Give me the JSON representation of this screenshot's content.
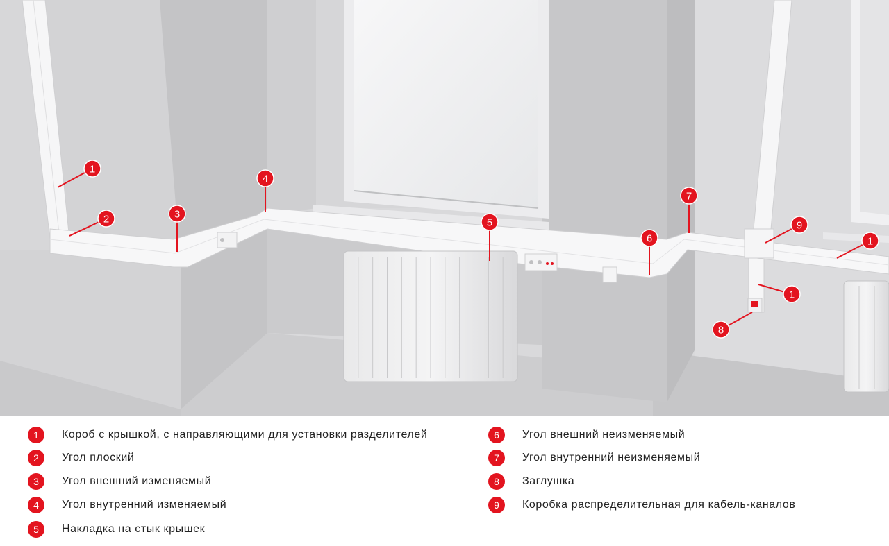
{
  "colors": {
    "accent": "#e3141f",
    "legend_text": "#222222"
  },
  "markers": [
    {
      "id": "marker-1a",
      "label": "1"
    },
    {
      "id": "marker-2",
      "label": "2"
    },
    {
      "id": "marker-3",
      "label": "3"
    },
    {
      "id": "marker-4",
      "label": "4"
    },
    {
      "id": "marker-5",
      "label": "5"
    },
    {
      "id": "marker-6",
      "label": "6"
    },
    {
      "id": "marker-7",
      "label": "7"
    },
    {
      "id": "marker-9",
      "label": "9"
    },
    {
      "id": "marker-1b",
      "label": "1"
    },
    {
      "id": "marker-1c",
      "label": "1"
    },
    {
      "id": "marker-8",
      "label": "8"
    }
  ],
  "legend": {
    "items": [
      {
        "number": "1",
        "text": "Короб с крышкой, с направляющими для установки разделителей"
      },
      {
        "number": "2",
        "text": "Угол плоский"
      },
      {
        "number": "3",
        "text": "Угол внешний изменяемый"
      },
      {
        "number": "4",
        "text": "Угол внутренний изменяемый"
      },
      {
        "number": "5",
        "text": "Накладка на стык крышек"
      },
      {
        "number": "6",
        "text": "Угол внешний неизменяемый"
      },
      {
        "number": "7",
        "text": "Угол внутренний неизменяемый"
      },
      {
        "number": "8",
        "text": "Заглушка"
      },
      {
        "number": "9",
        "text": "Коробка распределительная для кабель-каналов"
      }
    ]
  }
}
